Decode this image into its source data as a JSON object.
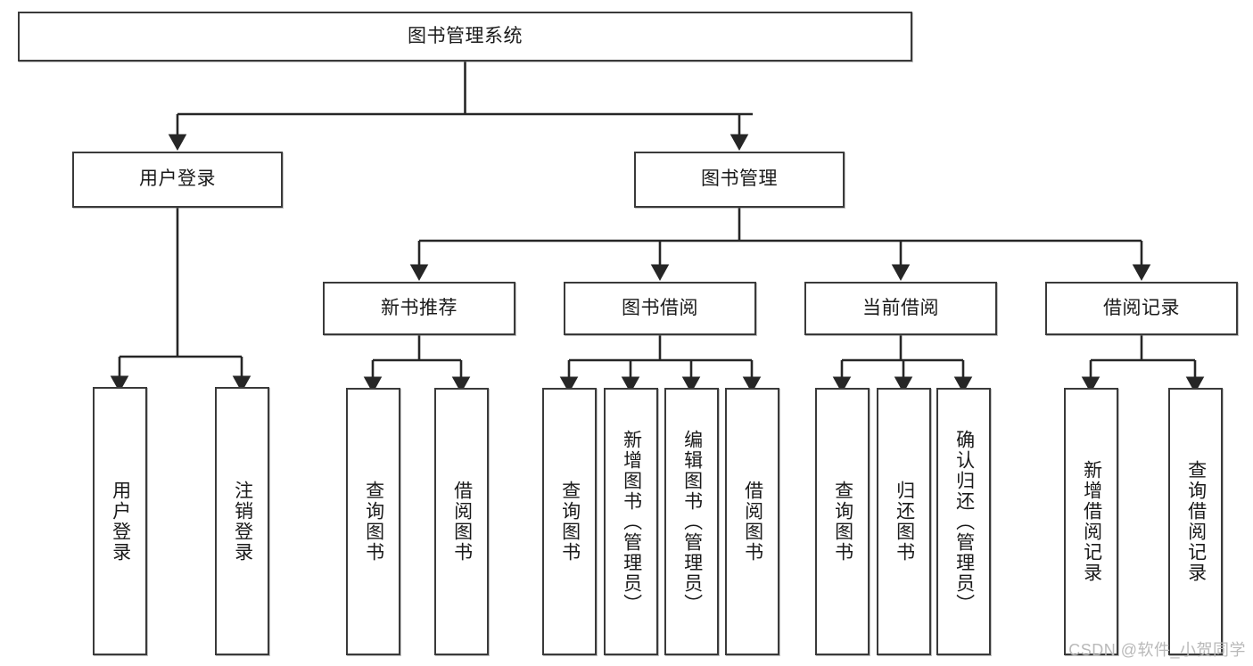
{
  "diagram": {
    "title": "图书管理系统",
    "watermark": "CSDN @软件_小贺同学",
    "colors": {
      "node_border": "#3a3a3a",
      "node_fill": "#ffffff",
      "edge": "#262626",
      "watermark": "#b9b9b9"
    },
    "levels": {
      "root": {
        "label": "图书管理系统"
      },
      "level2": [
        {
          "label": "用户登录"
        },
        {
          "label": "图书管理"
        }
      ],
      "level3": [
        {
          "label": "新书推荐"
        },
        {
          "label": "图书借阅"
        },
        {
          "label": "当前借阅"
        },
        {
          "label": "借阅记录"
        }
      ],
      "leaves": [
        {
          "label": "用户登录",
          "parent": "用户登录"
        },
        {
          "label": "注销登录",
          "parent": "用户登录"
        },
        {
          "label": "查询图书",
          "parent": "新书推荐"
        },
        {
          "label": "借阅图书",
          "parent": "新书推荐"
        },
        {
          "label": "查询图书",
          "parent": "图书借阅"
        },
        {
          "label": "新增图书（管理员）",
          "parent": "图书借阅"
        },
        {
          "label": "编辑图书（管理员）",
          "parent": "图书借阅"
        },
        {
          "label": "借阅图书",
          "parent": "图书借阅"
        },
        {
          "label": "查询图书",
          "parent": "当前借阅"
        },
        {
          "label": "归还图书",
          "parent": "当前借阅"
        },
        {
          "label": "确认归还（管理员）",
          "parent": "当前借阅"
        },
        {
          "label": "新增借阅记录",
          "parent": "借阅记录"
        },
        {
          "label": "查询借阅记录",
          "parent": "借阅记录"
        }
      ]
    }
  }
}
